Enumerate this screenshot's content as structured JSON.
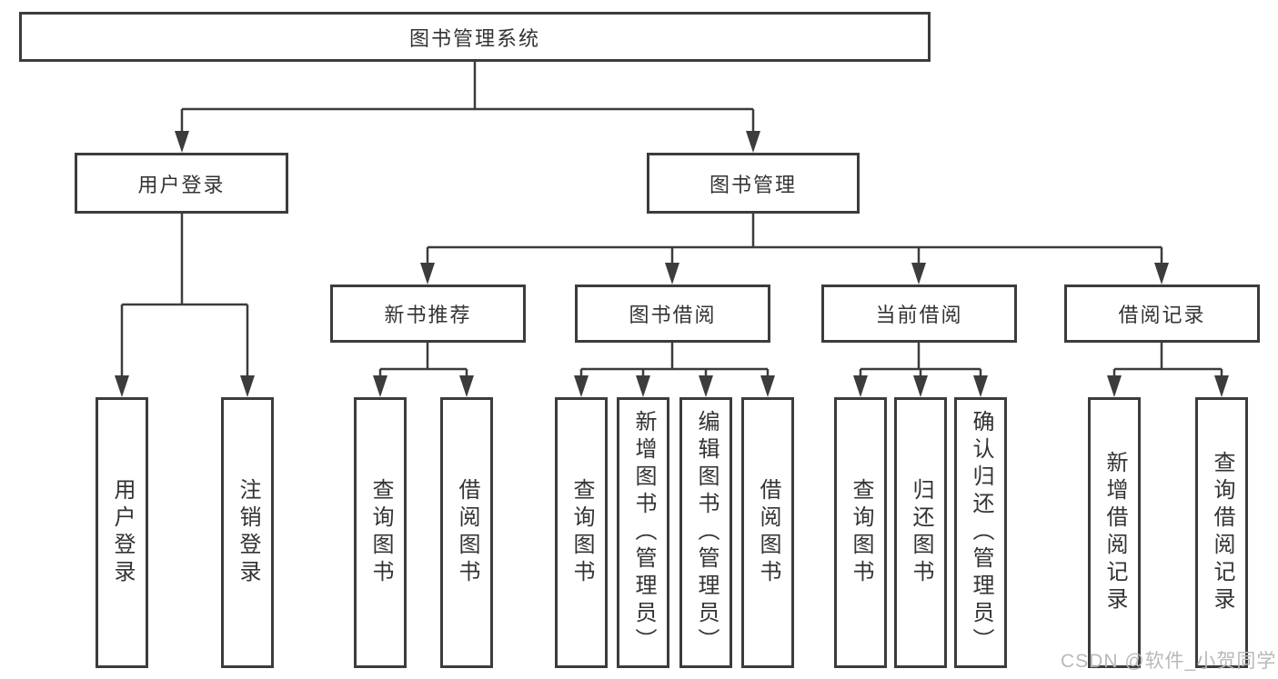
{
  "diagram": {
    "root": {
      "label": "图书管理系统",
      "children": [
        {
          "label": "用户登录",
          "children": [
            {
              "label": "用户登录"
            },
            {
              "label": "注销登录"
            }
          ]
        },
        {
          "label": "图书管理",
          "children": [
            {
              "label": "新书推荐",
              "children": [
                {
                  "label": "查询图书"
                },
                {
                  "label": "借阅图书"
                }
              ]
            },
            {
              "label": "图书借阅",
              "children": [
                {
                  "label": "查询图书"
                },
                {
                  "label": "新增图书（管理员）"
                },
                {
                  "label": "编辑图书（管理员）"
                },
                {
                  "label": "借阅图书"
                }
              ]
            },
            {
              "label": "当前借阅",
              "children": [
                {
                  "label": "查询图书"
                },
                {
                  "label": "归还图书"
                },
                {
                  "label": "确认归还（管理员）"
                }
              ]
            },
            {
              "label": "借阅记录",
              "children": [
                {
                  "label": "新增借阅记录"
                },
                {
                  "label": "查询借阅记录"
                }
              ]
            }
          ]
        }
      ]
    },
    "colors": {
      "line": "#3c3c3c",
      "text": "#333333",
      "background": "#ffffff",
      "watermark": "#b9b9b9"
    }
  },
  "watermark": {
    "text": "CSDN @软件_小贺同学"
  }
}
